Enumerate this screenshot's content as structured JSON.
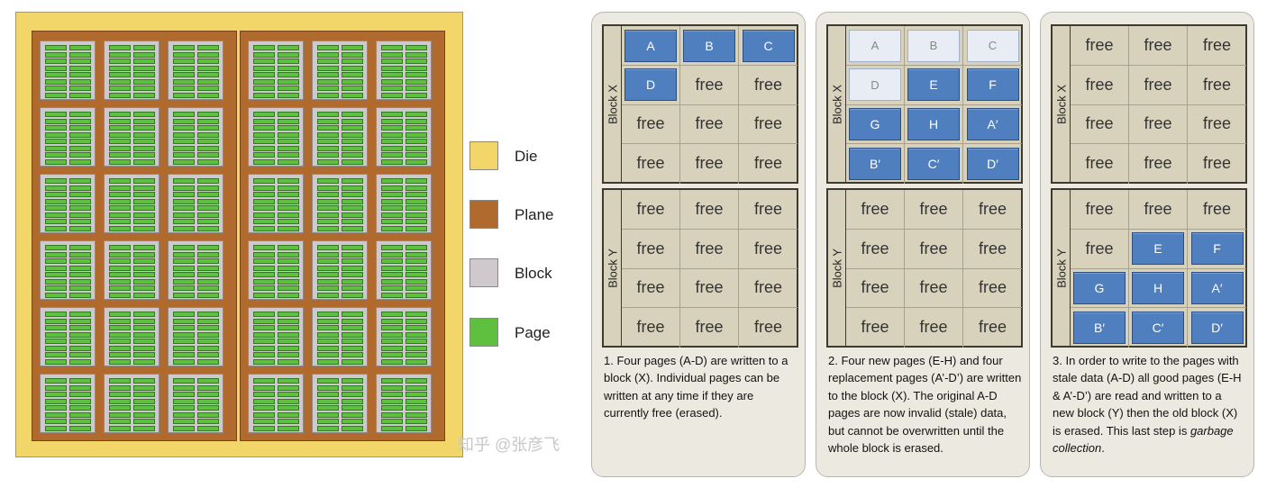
{
  "legend": [
    {
      "label": "Die",
      "color": "#f2d66a"
    },
    {
      "label": "Plane",
      "color": "#b06a2e"
    },
    {
      "label": "Block",
      "color": "#cfc8cc"
    },
    {
      "label": "Page",
      "color": "#5fbf3e"
    }
  ],
  "watermark": "知乎 @张彦飞",
  "panels": [
    {
      "blocks": [
        {
          "label": "Block X",
          "cells": [
            [
              "A",
              "B",
              "C"
            ],
            [
              "D",
              "free",
              "free"
            ],
            [
              "free",
              "free",
              "free"
            ],
            [
              "free",
              "free",
              "free"
            ]
          ]
        },
        {
          "label": "Block Y",
          "cells": [
            [
              "free",
              "free",
              "free"
            ],
            [
              "free",
              "free",
              "free"
            ],
            [
              "free",
              "free",
              "free"
            ],
            [
              "free",
              "free",
              "free"
            ]
          ]
        }
      ],
      "caption_pre": "1. Four pages (A-D) are written to a block (X). Individual pages can be written at any time if they are currently free (erased).",
      "caption_em": "",
      "caption_post": ""
    },
    {
      "blocks": [
        {
          "label": "Block X",
          "cells": [
            [
              "A",
              "B",
              "C"
            ],
            [
              "D",
              "E",
              "F"
            ],
            [
              "G",
              "H",
              "A′"
            ],
            [
              "B′",
              "C′",
              "D′"
            ]
          ],
          "stale": [
            "A",
            "B",
            "C",
            "D"
          ]
        },
        {
          "label": "Block Y",
          "cells": [
            [
              "free",
              "free",
              "free"
            ],
            [
              "free",
              "free",
              "free"
            ],
            [
              "free",
              "free",
              "free"
            ],
            [
              "free",
              "free",
              "free"
            ]
          ]
        }
      ],
      "caption_pre": "2. Four new pages (E-H) and four replacement pages (A’-D’) are written to the block (X). The original A-D pages are now invalid (stale) data, but cannot be overwritten until the whole block is erased.",
      "caption_em": "",
      "caption_post": ""
    },
    {
      "blocks": [
        {
          "label": "Block X",
          "cells": [
            [
              "free",
              "free",
              "free"
            ],
            [
              "free",
              "free",
              "free"
            ],
            [
              "free",
              "free",
              "free"
            ],
            [
              "free",
              "free",
              "free"
            ]
          ]
        },
        {
          "label": "Block Y",
          "cells": [
            [
              "free",
              "free",
              "free"
            ],
            [
              "free",
              "E",
              "F"
            ],
            [
              "G",
              "H",
              "A′"
            ],
            [
              "B′",
              "C′",
              "D′"
            ]
          ]
        }
      ],
      "caption_pre": "3. In order to write to the pages with stale data (A-D) all good pages (E-H & A’-D’) are read and written to a new block (Y) then the old block (X) is erased. This last step is ",
      "caption_em": "garbage collection",
      "caption_post": "."
    }
  ]
}
